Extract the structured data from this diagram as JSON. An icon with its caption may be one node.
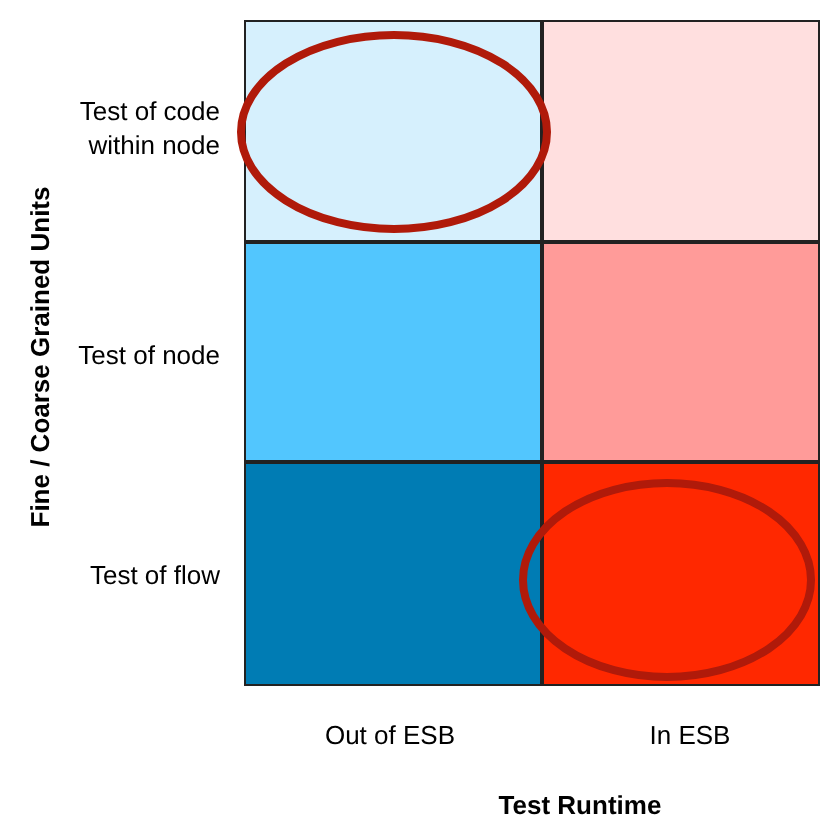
{
  "diagram": {
    "nodes": [
      {
        "text": [],
        "shape": "box"
      },
      {
        "text": [],
        "shape": "box"
      },
      {
        "text": [],
        "shape": "box"
      },
      {
        "text": [],
        "shape": "box"
      },
      {
        "text": [],
        "shape": "box"
      },
      {
        "text": [],
        "shape": "box"
      },
      {
        "text": [],
        "shape": "ellipse"
      },
      {
        "text": [],
        "shape": "ellipse"
      }
    ],
    "labels": [
      "Test of code within node",
      "Test of node",
      "Test of flow",
      "Out of ESB",
      "In ESB",
      "Test Runtime",
      "Fine / Coarse Grained Units"
    ]
  }
}
